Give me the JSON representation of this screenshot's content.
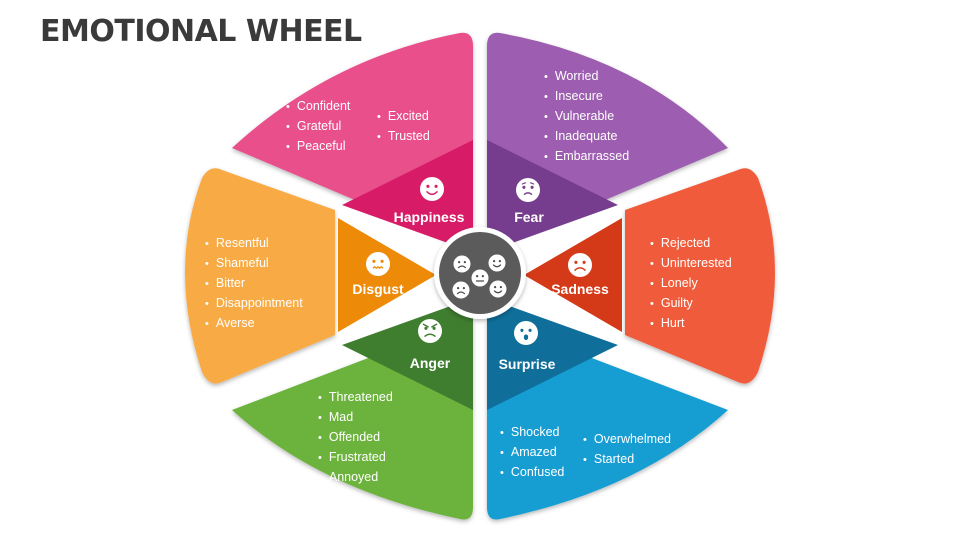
{
  "title": "EMOTIONAL WHEEL",
  "emotions": {
    "happiness": {
      "label": "Happiness",
      "icon": "smiley-face-icon",
      "color": "#e84d8a",
      "items_left": [
        "Confident",
        "Grateful",
        "Peaceful"
      ],
      "items_right": [
        "Excited",
        "Trusted"
      ]
    },
    "fear": {
      "label": "Fear",
      "icon": "worried-face-icon",
      "color": "#9b59b6",
      "items": [
        "Worried",
        "Insecure",
        "Vulnerable",
        "Inadequate",
        "Embarrassed"
      ]
    },
    "sadness": {
      "label": "Sadness",
      "icon": "sad-face-icon",
      "color": "#f05a3a",
      "items": [
        "Rejected",
        "Uninterested",
        "Lonely",
        "Guilty",
        "Hurt"
      ]
    },
    "surprise": {
      "label": "Surprise",
      "icon": "surprised-face-icon",
      "color": "#1aa0d4",
      "items_left": [
        "Shocked",
        "Amazed",
        "Confused"
      ],
      "items_right": [
        "Overwhelmed",
        "Started"
      ]
    },
    "anger": {
      "label": "Anger",
      "icon": "angry-face-icon",
      "color": "#6ab23c",
      "items": [
        "Threatened",
        "Mad",
        "Offended",
        "Frustrated",
        "Annoyed"
      ]
    },
    "disgust": {
      "label": "Disgust",
      "icon": "disgusted-face-icon",
      "color": "#f7a93b",
      "items": [
        "Resentful",
        "Shameful",
        "Bitter",
        "Disappointment",
        "Averse"
      ]
    }
  },
  "center_icon": "emoji-faces-icon"
}
